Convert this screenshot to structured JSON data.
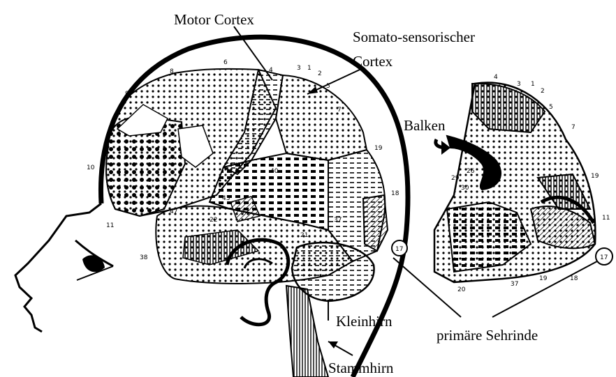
{
  "labels": {
    "motor_cortex": "Motor Cortex",
    "somato_line1": "Somato-sensorischer",
    "somato_line2": "Cortex",
    "balken": "Balken",
    "kleinhirn": "Kleinhirn",
    "stammhirn": "Stammhirn",
    "sehrinde": "primäre Sehrinde"
  },
  "lateral_areas": {
    "a4": "4",
    "a3": "3",
    "a1": "1",
    "a2": "2",
    "a5": "5",
    "a6": "6",
    "a8": "8",
    "a9": "9",
    "a7": "7",
    "a10": "10",
    "a11": "11",
    "a19": "19",
    "a18": "18",
    "a17": "17",
    "a38": "38",
    "a22": "22",
    "a40": "40",
    "a43": "43",
    "a47": "47",
    "a42": "42",
    "a21": "21",
    "a37": "37"
  },
  "medial_areas": {
    "a4": "4",
    "a3": "3",
    "a1": "1",
    "a2": "2",
    "a5": "5",
    "a7": "7",
    "a19": "19",
    "a11": "11",
    "a17": "17",
    "a18": "18",
    "a37": "37",
    "a26": "26",
    "a29": "29",
    "a30": "30",
    "a20": "20",
    "a19b": "19"
  },
  "colors": {
    "ink": "#000000",
    "paper": "#ffffff"
  }
}
